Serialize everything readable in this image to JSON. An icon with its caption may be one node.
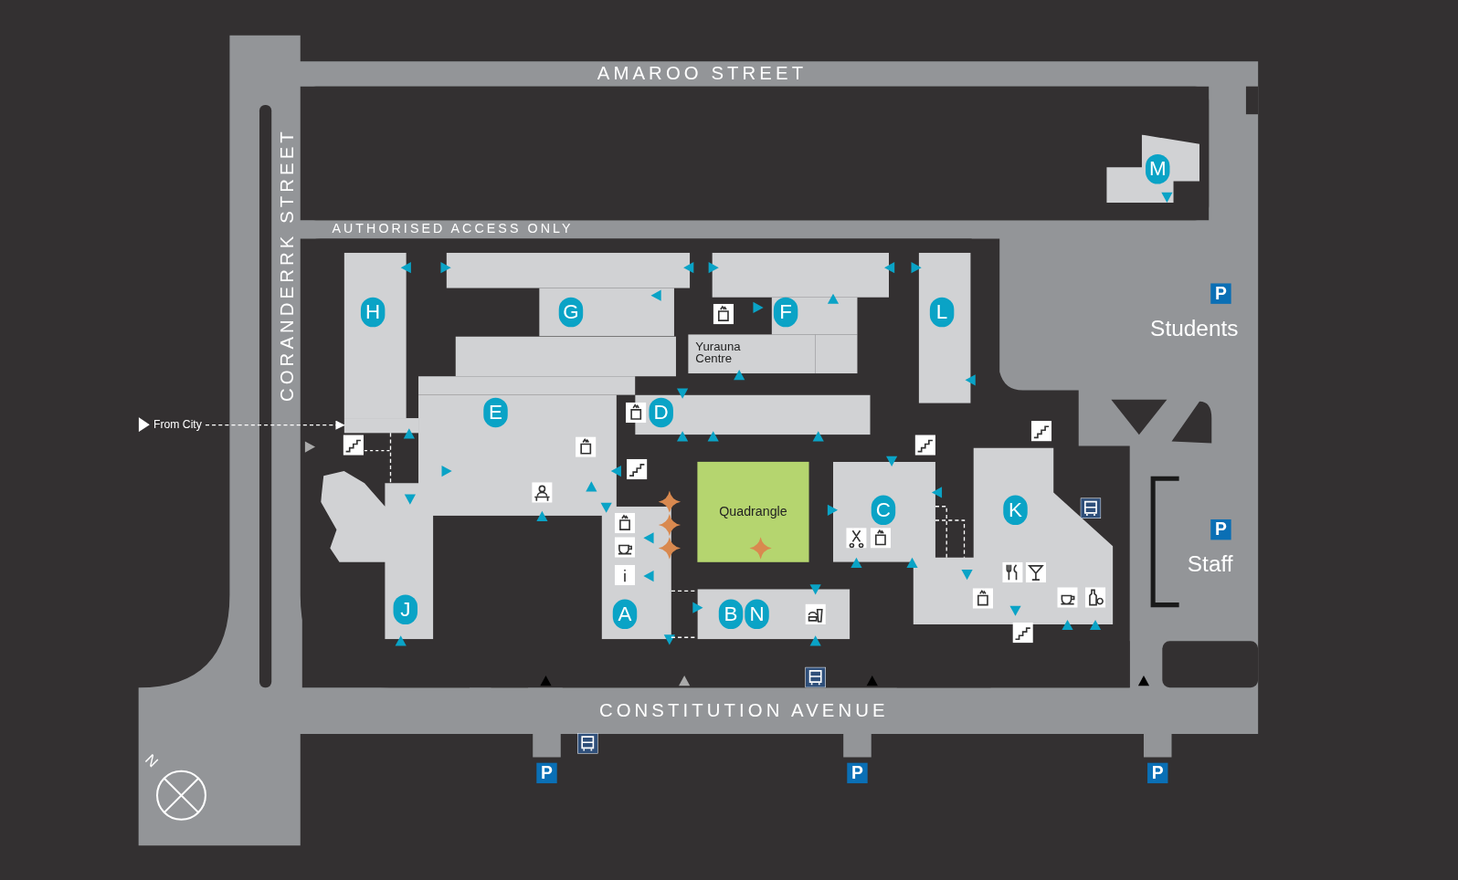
{
  "diagram": {
    "nodes": [
      {
        "text": [
          "H"
        ]
      },
      {
        "text": [
          "G"
        ]
      },
      {
        "text": [
          "F"
        ]
      },
      {
        "text": [
          "L"
        ]
      },
      {
        "text": [
          "M"
        ]
      },
      {
        "text": [
          "P"
        ],
        "beside": [
          "Students"
        ]
      },
      {
        "text": [
          "From City"
        ]
      },
      {
        "text": [
          "E"
        ]
      },
      {
        "text": [
          "D"
        ]
      },
      {
        "text": [
          "C"
        ]
      },
      {
        "text": [
          "K"
        ]
      },
      {
        "text": [
          "Quadrangle"
        ]
      },
      {
        "text": [
          "P"
        ],
        "beside": [
          "Staff"
        ]
      },
      {
        "text": [
          "J"
        ]
      },
      {
        "text": [
          "A"
        ]
      },
      {
        "text": [
          "B",
          "N"
        ]
      },
      {
        "text": [
          "P"
        ]
      },
      {
        "text": [
          "P"
        ]
      },
      {
        "text": [
          "P"
        ]
      }
    ],
    "edges": [
      {
        "from": 6,
        "to": 7,
        "arrow": "to",
        "style": "dashed"
      },
      {
        "from": 7,
        "to": 13,
        "arrow": "none",
        "style": "dashed"
      },
      {
        "from": 14,
        "to": 15,
        "arrow": "none",
        "style": "dashed"
      },
      {
        "from": 14,
        "to": 15,
        "arrow": "none",
        "style": "dashed"
      },
      {
        "from": 9,
        "to": 10,
        "arrow": "none",
        "style": "dashed"
      },
      {
        "from": 9,
        "to": 10,
        "arrow": "none",
        "style": "dashed"
      }
    ],
    "labels": [
      "AMAROO STREET",
      "CORANDERRK STREET",
      "AUTHORISED ACCESS ONLY",
      "Yurauna Centre",
      "CONSTITUTION AVENUE",
      "N"
    ]
  }
}
